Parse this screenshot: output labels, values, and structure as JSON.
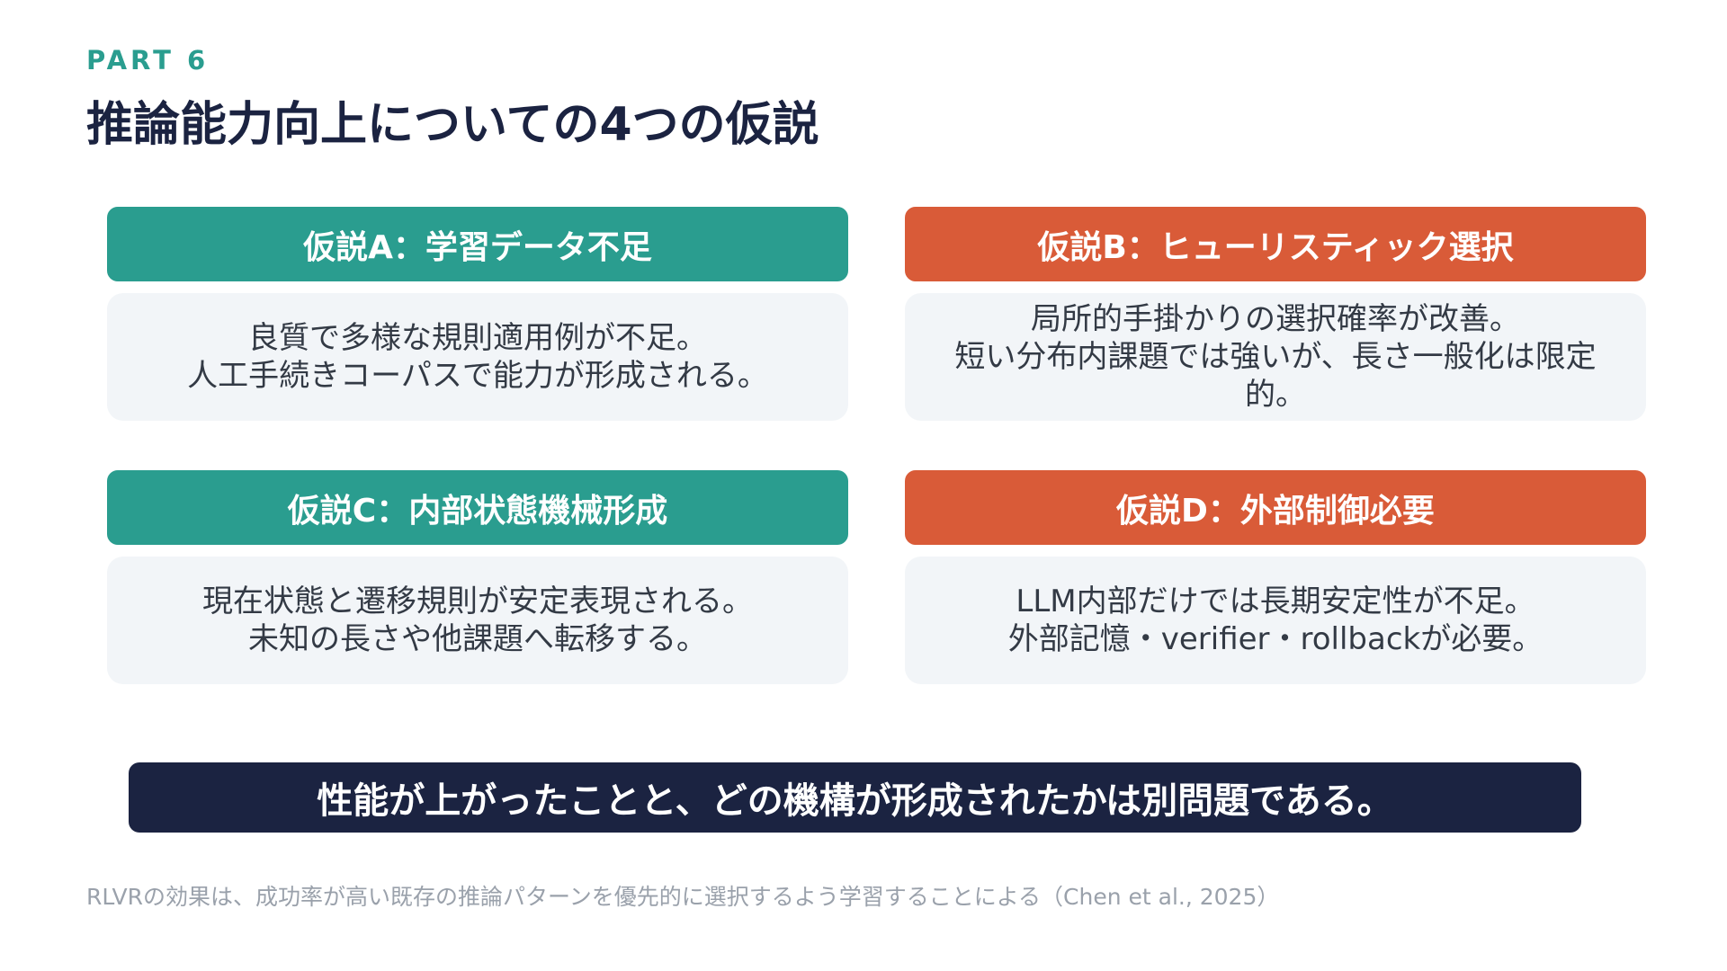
{
  "header": {
    "part": "PART 6",
    "title": "推論能力向上についての4つの仮説"
  },
  "hypotheses": [
    {
      "title": "仮説A：学習データ不足",
      "lines": [
        "良質で多様な規則適用例が不足。",
        "人工手続きコーパスで能力が形成される。"
      ],
      "color": "#2a9d8f"
    },
    {
      "title": "仮説B：ヒューリスティック選択",
      "lines": [
        "局所的手掛かりの選択確率が改善。",
        "短い分布内課題では強いが、長さ一般化は限定",
        "的。"
      ],
      "color": "#d95b38"
    },
    {
      "title": "仮説C：内部状態機械形成",
      "lines": [
        "現在状態と遷移規則が安定表現される。",
        "未知の長さや他課題へ転移する。"
      ],
      "color": "#2a9d8f"
    },
    {
      "title": "仮説D：外部制御必要",
      "lines": [
        "LLM内部だけでは長期安定性が不足。",
        "外部記憶・verifier・rollbackが必要。"
      ],
      "color": "#d95b38"
    }
  ],
  "conclusion": "性能が上がったことと、どの機構が形成されたかは別問題である。",
  "footnote": "RLVRの効果は、成功率が高い既存の推論パターンを優先的に選択するよう学習することによる（Chen et al., 2025）",
  "colors": {
    "accent_teal": "#2a9d8f",
    "accent_orange": "#d95b38",
    "navy": "#1b2341",
    "card_bg": "#f2f5f8"
  }
}
